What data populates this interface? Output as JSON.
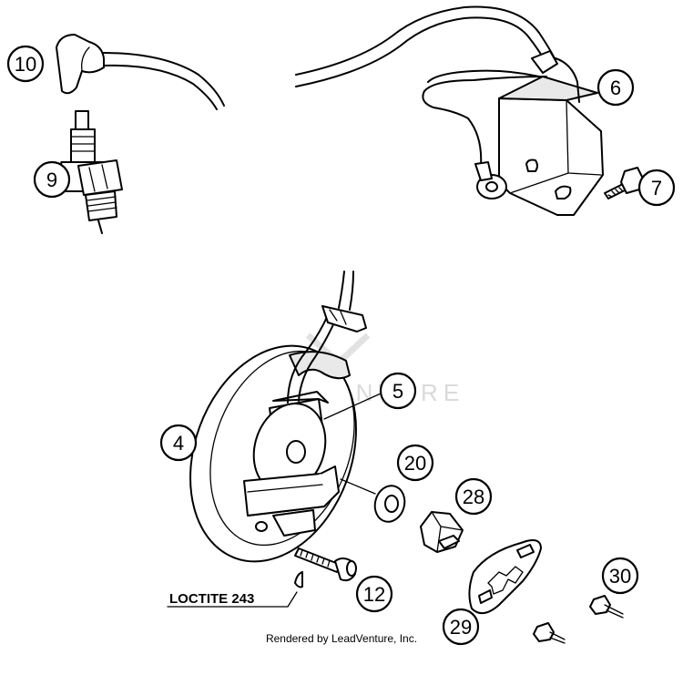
{
  "callouts": {
    "c10": "10",
    "c9": "9",
    "c6": "6",
    "c7": "7",
    "c5": "5",
    "c4": "4",
    "c20": "20",
    "c28": "28",
    "c12": "12",
    "c30": "30",
    "c29": "29"
  },
  "loctite_label": "LOCTITE 243",
  "watermark": "LEADVENTURE",
  "footer": "Rendered by LeadVenture, Inc."
}
